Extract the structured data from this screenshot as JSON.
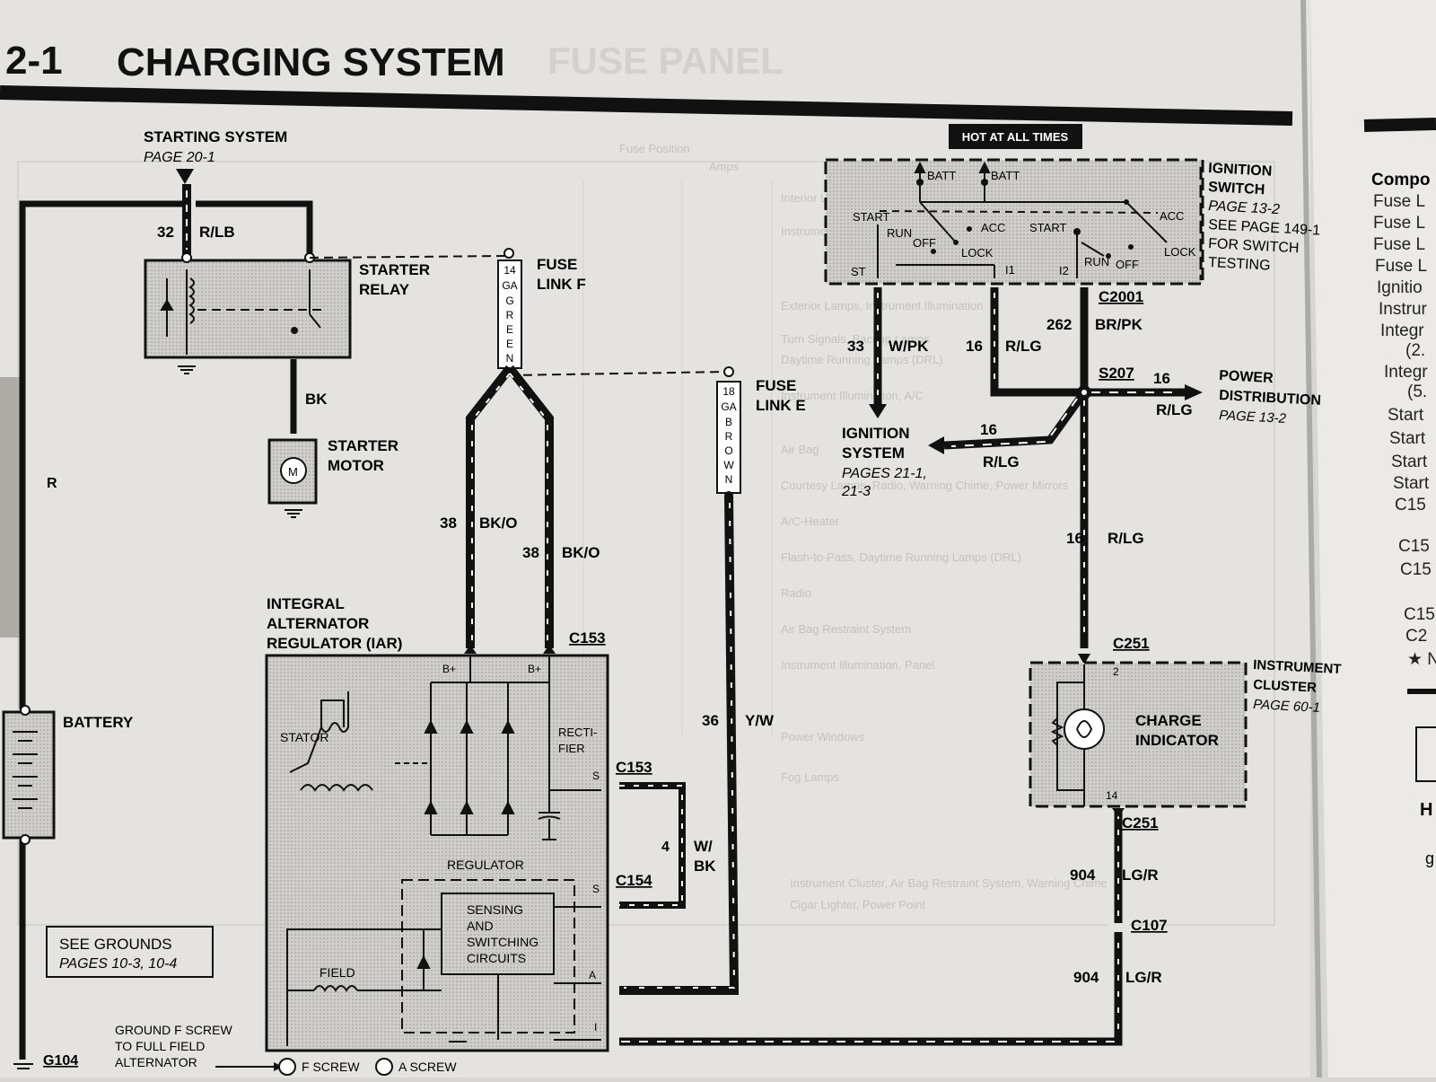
{
  "header": {
    "section_number": "2-1",
    "title": "CHARGING SYSTEM",
    "ghost_text": "FUSE PANEL"
  },
  "starting_system": {
    "title": "STARTING SYSTEM",
    "page": "PAGE 20-1"
  },
  "starter_relay": {
    "label_1": "STARTER",
    "label_2": "RELAY"
  },
  "starter_motor": {
    "label_1": "STARTER",
    "label_2": "MOTOR",
    "symbol": "M"
  },
  "fuse_link_f": {
    "label_1": "FUSE",
    "label_2": "LINK F",
    "vertical_text": [
      "14",
      "GA",
      "G",
      "R",
      "E",
      "E",
      "N"
    ]
  },
  "fuse_link_e": {
    "label_1": "FUSE",
    "label_2": "LINK E",
    "vertical_text": [
      "18",
      "GA",
      "B",
      "R",
      "O",
      "W",
      "N"
    ]
  },
  "ignition_switch": {
    "hot_label": "HOT AT ALL TIMES",
    "title_lines": [
      "IGNITION",
      "SWITCH",
      "PAGE 13-2",
      "SEE PAGE 149-1",
      "FOR SWITCH",
      "TESTING"
    ],
    "labels": {
      "batt": "BATT",
      "start": "START",
      "run": "RUN",
      "off": "OFF",
      "acc": "ACC",
      "lock": "LOCK",
      "st": "ST",
      "i1": "I1",
      "i2": "I2"
    }
  },
  "ignition_system": {
    "line_1": "IGNITION",
    "line_2": "SYSTEM",
    "pages_1": "PAGES 21-1,",
    "pages_2": "21-3"
  },
  "power_distribution": {
    "line_1": "POWER",
    "line_2": "DISTRIBUTION",
    "page": "PAGE 13-2"
  },
  "iar": {
    "line_1": "INTEGRAL",
    "line_2": "ALTERNATOR",
    "line_3": "REGULATOR (IAR)",
    "stator": "STATOR",
    "rectifier_1": "RECTI-",
    "rectifier_2": "FIER",
    "regulator": "REGULATOR",
    "field": "FIELD",
    "sensing": [
      "SENSING",
      "AND",
      "SWITCHING",
      "CIRCUITS"
    ],
    "b_plus": "B+",
    "pin_s": "S",
    "pin_a": "A",
    "pin_i": "I"
  },
  "battery": {
    "label": "BATTERY"
  },
  "instrument_cluster": {
    "line_1": "INSTRUMENT",
    "line_2": "CLUSTER",
    "page": "PAGE 60-1",
    "indicator_1": "CHARGE",
    "indicator_2": "INDICATOR",
    "pin_top": "2",
    "pin_bottom": "14"
  },
  "grounds": {
    "see_grounds": "SEE GROUNDS",
    "pages": "PAGES 10-3, 10-4",
    "g104": "G104",
    "ground_f_1": "GROUND F SCREW",
    "ground_f_2": "TO FULL FIELD",
    "ground_f_3": "ALTERNATOR",
    "f_screw": "F SCREW",
    "a_screw": "A SCREW"
  },
  "connectors": {
    "c153": "C153",
    "c154": "C154",
    "c2001": "C2001",
    "s207": "S207",
    "c251": "C251",
    "c107": "C107"
  },
  "wires": {
    "w32": {
      "circuit": "32",
      "color": "R/LB"
    },
    "wbk": {
      "color": "BK"
    },
    "wr": {
      "color": "R"
    },
    "w38a": {
      "circuit": "38",
      "color": "BK/O"
    },
    "w38b": {
      "circuit": "38",
      "color": "BK/O"
    },
    "w36": {
      "circuit": "36",
      "color": "Y/W"
    },
    "w4": {
      "circuit": "4",
      "color_1": "W/",
      "color_2": "BK"
    },
    "w33": {
      "circuit": "33",
      "color": "W/PK"
    },
    "w16a": {
      "circuit": "16",
      "color": "R/LG"
    },
    "w262": {
      "circuit": "262",
      "color": "BR/PK"
    },
    "w16pd": {
      "circuit": "16",
      "color": "R/LG"
    },
    "w16ig": {
      "circuit": "16",
      "color": "R/LG"
    },
    "w16c": {
      "circuit": "16",
      "color": "R/LG"
    },
    "w904a": {
      "circuit": "904",
      "color": "LG/R"
    },
    "w904b": {
      "circuit": "904",
      "color": "LG/R"
    }
  },
  "ghost_table": [
    "Fuse Position",
    "Amps",
    "Interior Lamps",
    "Instrument Cluster",
    "Exterior Lamps, Instrument Illumination",
    "Turn Signals, Backup Lamps",
    "Daytime Running Lamps (DRL)",
    "Instrument Illumination, A/C",
    "Air Bag",
    "Courtesy Lamps, Radio, Warning Chime, Power Mirrors",
    "A/C-Heater",
    "Flash-to-Pass, Daytime Running Lamps (DRL)",
    "Radio",
    "Air Bag Restraint System",
    "Instrument Illumination, Panel",
    "Power Windows",
    "Fog Lamps",
    "Instrument Cluster, Air Bag Restraint System, Warning Chime",
    "Cigar Lighter, Power Point"
  ],
  "right_page": {
    "title": "Compo",
    "lines": [
      "Fuse L",
      "Fuse L",
      "Fuse L",
      "Fuse L",
      "Ignitio",
      "Instrur",
      "Integr",
      "(2.",
      "Integr",
      "(5.",
      "Start",
      "Start",
      "Start",
      "Start",
      "C15",
      "C15",
      "C15",
      "C15",
      "C2",
      "★ N"
    ],
    "h": "H",
    "g": "g"
  }
}
